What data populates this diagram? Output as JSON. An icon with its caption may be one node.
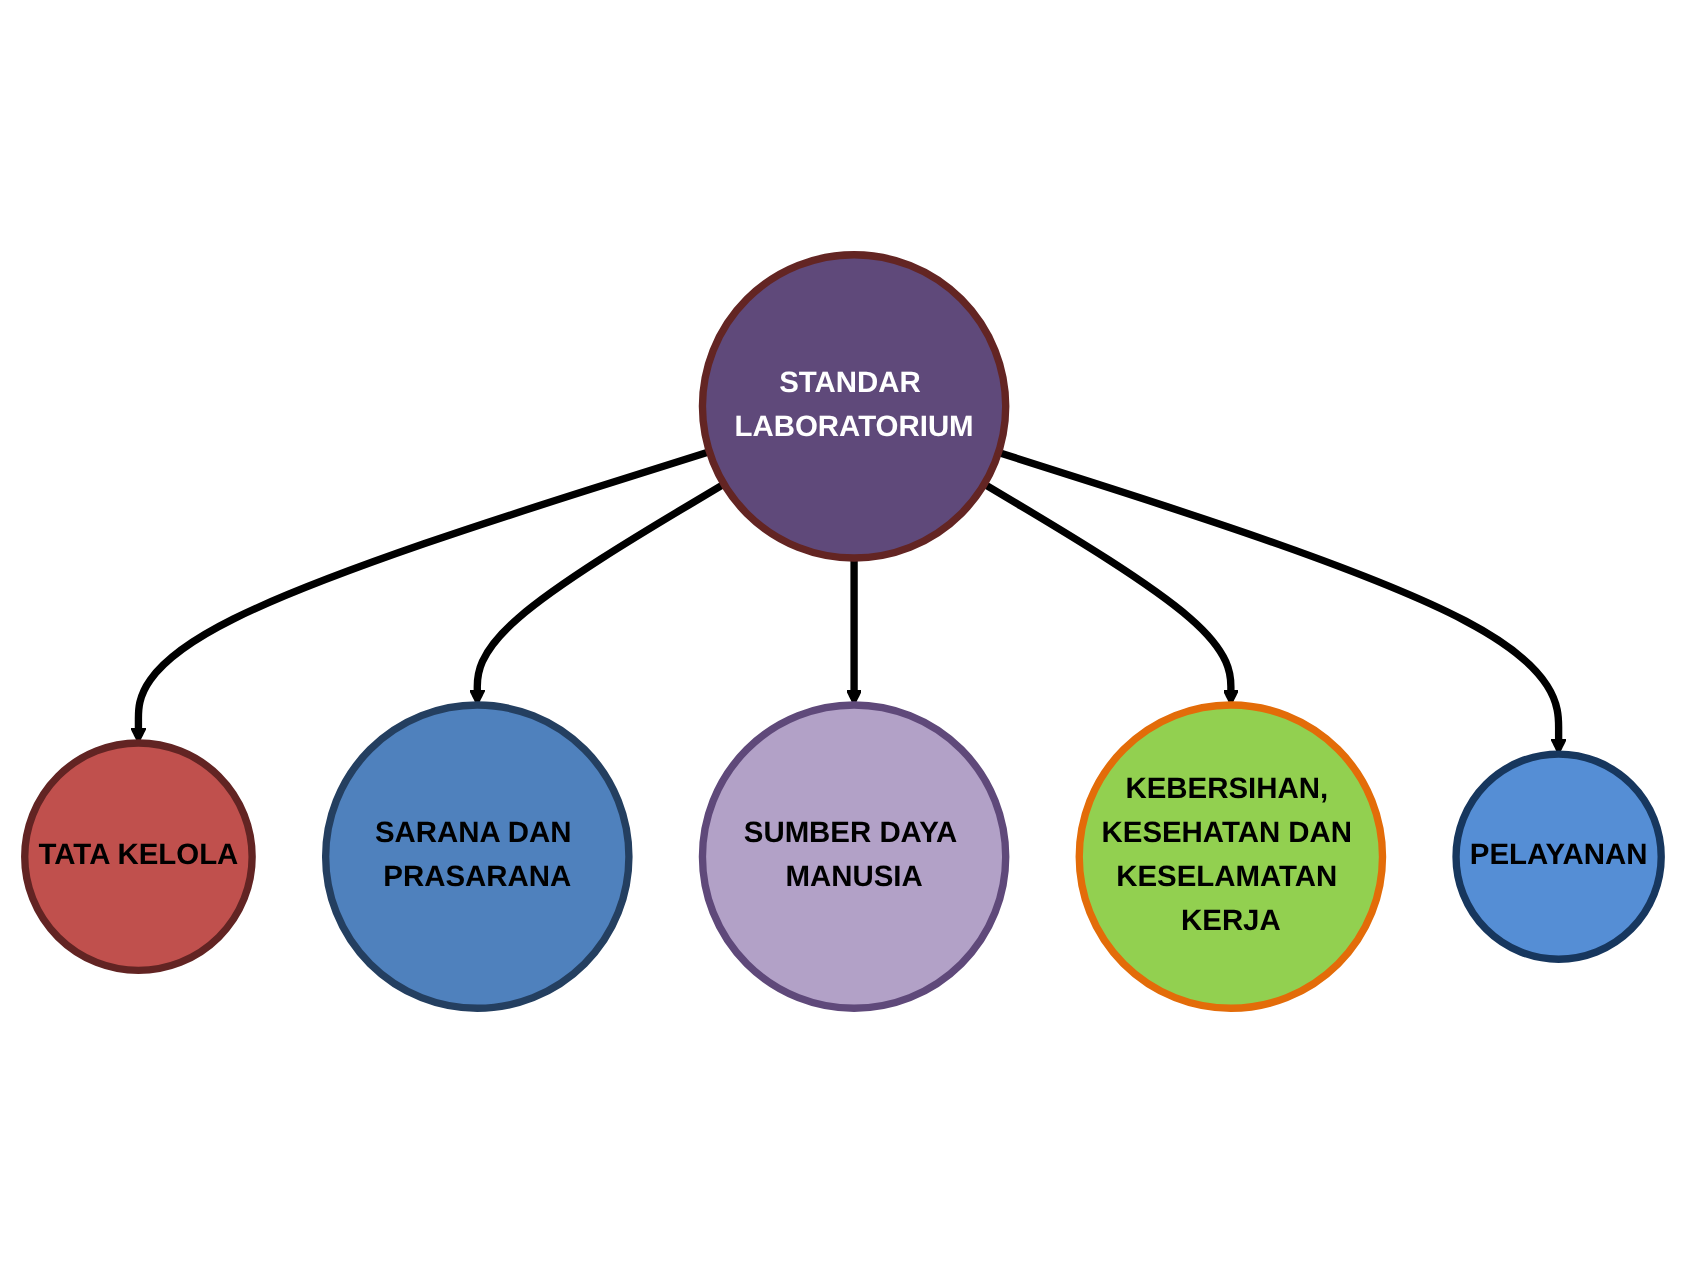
{
  "diagram": {
    "nodes": [
      {
        "text": [
          "TATA KELOLA"
        ]
      },
      {
        "text": [
          "SARANA DAN PRASARANA"
        ]
      },
      {
        "text": [
          "SUMBER DAYA MANUSIA"
        ]
      },
      {
        "text": [
          "STANDAR LABORATORIUM"
        ]
      },
      {
        "text": [
          "KEBERSIHAN, KESEHATAN DAN KESELAMATAN KERJA"
        ]
      },
      {
        "text": [
          "PELAYANAN"
        ]
      }
    ],
    "edges": [
      {
        "from": 3,
        "to": 0,
        "arrow": "to"
      },
      {
        "from": 3,
        "to": 1,
        "arrow": "to"
      },
      {
        "from": 3,
        "to": 2,
        "arrow": "to"
      },
      {
        "from": 3,
        "to": 4,
        "arrow": "to"
      },
      {
        "from": 3,
        "to": 5,
        "arrow": "to"
      }
    ]
  }
}
